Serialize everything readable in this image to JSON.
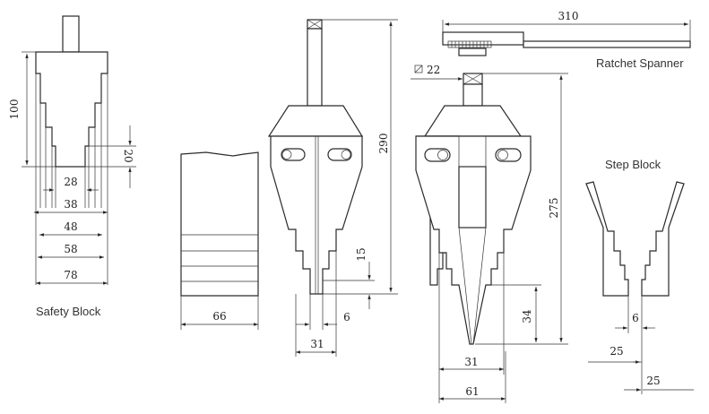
{
  "labels": {
    "safety_block": "Safety Block",
    "ratchet_spanner": "Ratchet Spanner",
    "step_block": "Step Block"
  },
  "dimensions": {
    "sb_100": "100",
    "sb_20": "20",
    "sb_28": "28",
    "sb_38": "38",
    "sb_48": "48",
    "sb_58": "58",
    "sb_78": "78",
    "block_66": "66",
    "wedge_290": "290",
    "wedge_15": "15",
    "wedge_6": "6",
    "wedge_31": "31",
    "spanner_310": "310",
    "square_22": "22",
    "open_275": "275",
    "open_34": "34",
    "open_31": "31",
    "open_61": "61",
    "step_6": "6",
    "step_25a": "25",
    "step_25b": "25"
  }
}
